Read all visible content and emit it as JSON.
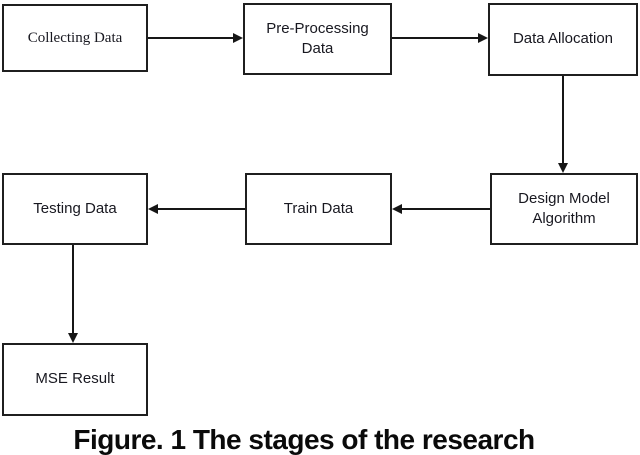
{
  "figure": {
    "caption": "Figure. 1 The stages of the research"
  },
  "flowchart": {
    "nodes": [
      {
        "id": "collecting-data",
        "label": "Collecting Data"
      },
      {
        "id": "pre-processing-data",
        "label": "Pre-Processing Data"
      },
      {
        "id": "data-allocation",
        "label": "Data Allocation"
      },
      {
        "id": "design-model-algorithm",
        "label": "Design Model Algorithm"
      },
      {
        "id": "train-data",
        "label": "Train Data"
      },
      {
        "id": "testing-data",
        "label": "Testing Data"
      },
      {
        "id": "mse-result",
        "label": "MSE Result"
      }
    ],
    "edges": [
      {
        "from": "Collecting Data",
        "to": "Pre-Processing Data",
        "direction": "right"
      },
      {
        "from": "Pre-Processing Data",
        "to": "Data Allocation",
        "direction": "right"
      },
      {
        "from": "Data Allocation",
        "to": "Design Model Algorithm",
        "direction": "down"
      },
      {
        "from": "Design Model Algorithm",
        "to": "Train Data",
        "direction": "left"
      },
      {
        "from": "Train Data",
        "to": "Testing Data",
        "direction": "left"
      },
      {
        "from": "Testing Data",
        "to": "MSE Result",
        "direction": "down"
      }
    ]
  },
  "colors": {
    "background": "#ffffff",
    "box_border": "#1f1f1f",
    "box_fill": "#ffffff",
    "arrow": "#161616",
    "label_text": "#181820",
    "caption_text": "#0a0a0a"
  }
}
